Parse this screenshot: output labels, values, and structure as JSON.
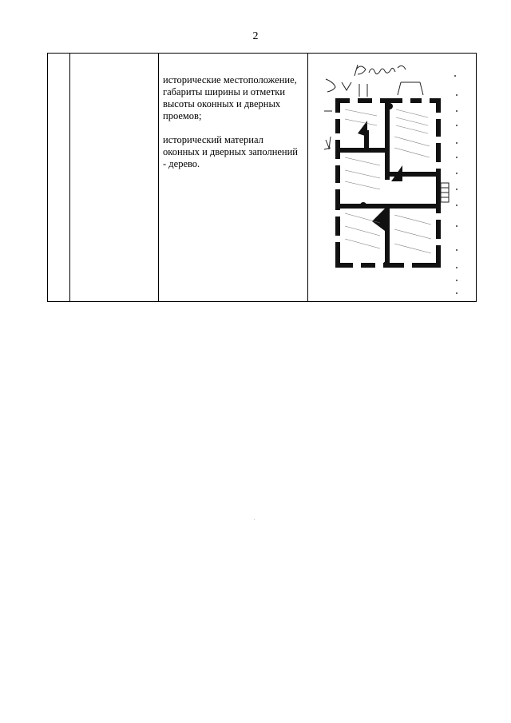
{
  "page": {
    "number": "2"
  },
  "table": {
    "row": {
      "col1": "",
      "col2": "",
      "text_paragraphs": [
        "исторические местоположение, габариты ширины и отметки высоты оконных и дверных проемов;",
        "исторический материал оконных и дверных заполнений  - дерево."
      ]
    }
  },
  "plan_image": {
    "kind": "archival-floor-plan-drawing",
    "handwritten_caption": "План"
  }
}
